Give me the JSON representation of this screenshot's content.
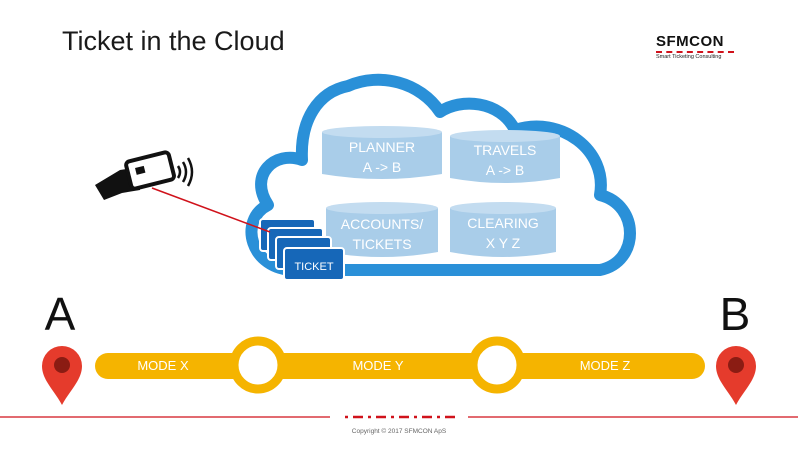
{
  "title": "Ticket in the Cloud",
  "logo": {
    "name": "SFMCON",
    "tagline": "Smart Ticketing Consulting"
  },
  "cloud": {
    "planner": [
      "PLANNER",
      "A -> B"
    ],
    "travels": [
      "TRAVELS",
      "A -> B"
    ],
    "accounts": [
      "ACCOUNTS/",
      "TICKETS"
    ],
    "clearing": [
      "CLEARING",
      "X Y Z"
    ]
  },
  "ticket_label": "TICKET",
  "endpoints": {
    "start": "A",
    "end": "B"
  },
  "modes": [
    "MODE X",
    "MODE Y",
    "MODE Z"
  ],
  "footer": {
    "copyright": "Copyright © 2017 SFMCON ApS"
  },
  "colors": {
    "cloud_outline": "#2a90d8",
    "db_fill": "#a9cde9",
    "ticket": "#1667b8",
    "route": "#f5b400",
    "pin": "#e53b2c",
    "accent": "#d0121b"
  }
}
